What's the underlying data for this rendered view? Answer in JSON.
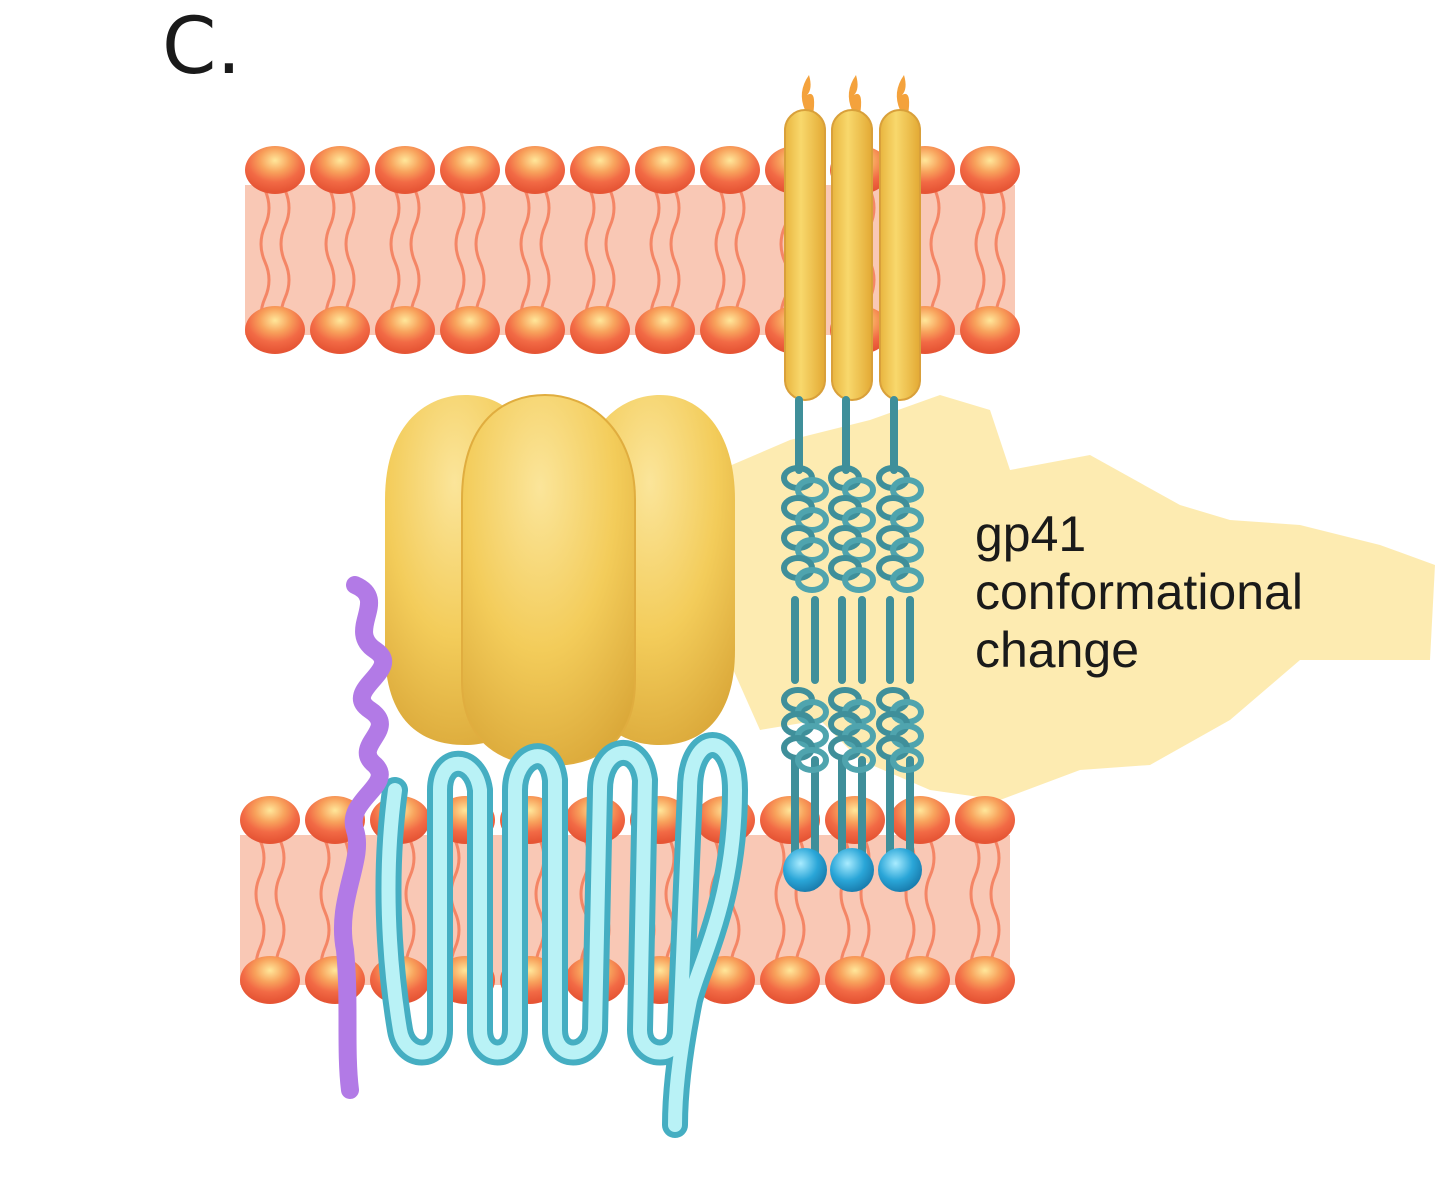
{
  "panel": {
    "letter": "C."
  },
  "annotation": {
    "lines": [
      "gp41",
      "conformational",
      "change"
    ]
  },
  "colors": {
    "lipid_head": "#f26a45",
    "lipid_head_highlight": "#ffe07a",
    "membrane_fill": "#f7b69c",
    "gp120_yellow": "#f3cc5a",
    "gp41_helix_yellow": "#f7d254",
    "gp41_stem_teal": "#3f8f9a",
    "gp41_anchor_blue": "#2aa6d8",
    "receptor_cyan": "#8fe6ee",
    "coreceptor_violet": "#b27ae6",
    "zigzag_highlight": "#fde9a8"
  }
}
